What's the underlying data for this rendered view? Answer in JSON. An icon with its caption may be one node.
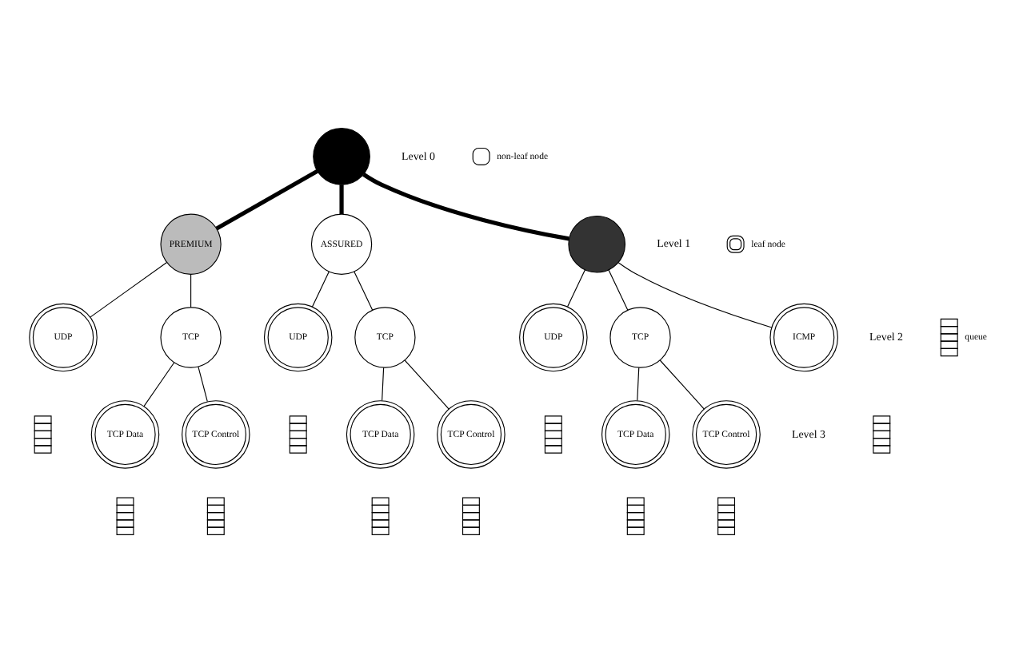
{
  "diagram": {
    "nodes": [
      {
        "text": [],
        "shape": "circle"
      },
      {
        "text": [
          "PREMIUM"
        ]
      },
      {
        "text": [
          "ASSURED"
        ]
      },
      {
        "text": [],
        "shape": "circle"
      },
      {
        "text": [
          "UDP"
        ]
      },
      {
        "text": [
          "TCP"
        ]
      },
      {
        "text": [
          "UDP"
        ]
      },
      {
        "text": [
          "TCP"
        ]
      },
      {
        "text": [
          "UDP"
        ]
      },
      {
        "text": [
          "TCP"
        ]
      },
      {
        "text": [
          "ICMP"
        ]
      },
      {
        "text": [
          "TCP Data"
        ]
      },
      {
        "text": [
          "TCP Control"
        ]
      },
      {
        "text": [
          "TCP Data"
        ]
      },
      {
        "text": [
          "TCP Control"
        ]
      },
      {
        "text": [
          "TCP Data"
        ]
      },
      {
        "text": [
          "TCP Control"
        ]
      },
      {
        "text": [],
        "shape": "queue"
      },
      {
        "text": [],
        "shape": "queue"
      },
      {
        "text": [],
        "shape": "queue"
      },
      {
        "text": [],
        "shape": "queue"
      },
      {
        "text": [],
        "shape": "queue"
      },
      {
        "text": [],
        "shape": "queue"
      },
      {
        "text": [],
        "shape": "queue"
      },
      {
        "text": [],
        "shape": "queue"
      },
      {
        "text": [],
        "shape": "queue"
      },
      {
        "text": [],
        "shape": "queue"
      }
    ],
    "edges": [
      {
        "from": 0,
        "to": 1,
        "arrow": "none",
        "style": "thick"
      },
      {
        "from": 0,
        "to": 2,
        "arrow": "none",
        "style": "thick"
      },
      {
        "from": 0,
        "to": 3,
        "arrow": "none",
        "style": "thick"
      },
      {
        "from": 1,
        "to": 4,
        "arrow": "none"
      },
      {
        "from": 1,
        "to": 5,
        "arrow": "none"
      },
      {
        "from": 2,
        "to": 6,
        "arrow": "none"
      },
      {
        "from": 2,
        "to": 7,
        "arrow": "none"
      },
      {
        "from": 3,
        "to": 8,
        "arrow": "none"
      },
      {
        "from": 3,
        "to": 9,
        "arrow": "none"
      },
      {
        "from": 3,
        "to": 10,
        "arrow": "none"
      },
      {
        "from": 5,
        "to": 11,
        "arrow": "none"
      },
      {
        "from": 5,
        "to": 12,
        "arrow": "none"
      },
      {
        "from": 7,
        "to": 13,
        "arrow": "none"
      },
      {
        "from": 7,
        "to": 14,
        "arrow": "none"
      },
      {
        "from": 9,
        "to": 15,
        "arrow": "none"
      },
      {
        "from": 9,
        "to": 16,
        "arrow": "none"
      }
    ],
    "labels": [
      "Level 0",
      "Level 1",
      "Level 2",
      "Level 3"
    ],
    "legend": [
      {
        "text": "non-leaf node"
      },
      {
        "text": "leaf node"
      },
      {
        "text": "queue"
      }
    ]
  }
}
